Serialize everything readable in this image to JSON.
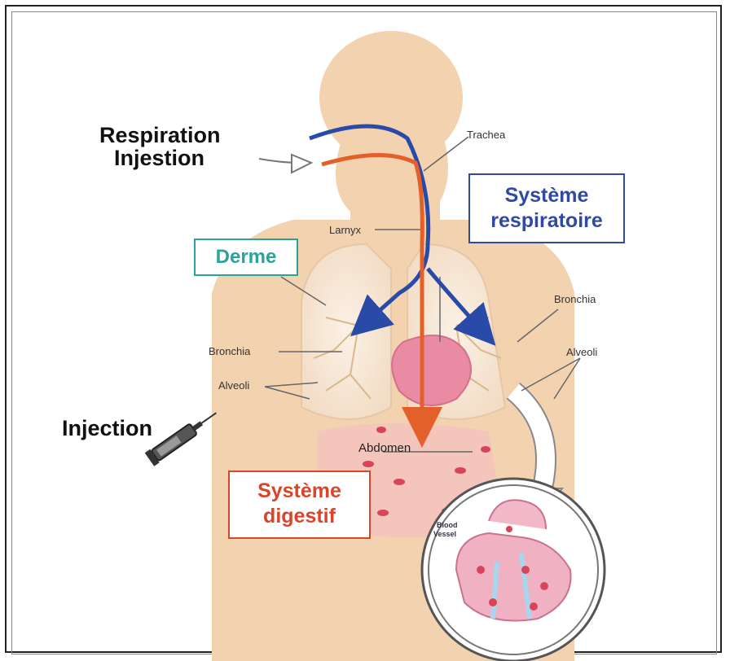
{
  "labels": {
    "respiration": "Respiration",
    "injestion": "Injestion",
    "injection": "Injection",
    "trachea": "Trachea",
    "larnyx": "Larnyx",
    "bronchia_left": "Bronchia",
    "bronchia_right": "Bronchia",
    "alveoli_left": "Alveoli",
    "alveoli_right": "Alveoli",
    "abdomen": "Abdomen",
    "blood_vessel_1": "Blood",
    "blood_vessel_2": "Vessel"
  },
  "boxes": {
    "derme": "Derme",
    "resp_line1": "Système",
    "resp_line2": "respiratoire",
    "dig_line1": "Système",
    "dig_line2": "digestif"
  },
  "colors": {
    "respiratory_path": "#2a4aa8",
    "digestive_path": "#e4602a",
    "derme_box": "#2aa3a0",
    "respiratoire_box": "#2f4aa0",
    "digestif_box": "#d9452a",
    "body_silhouette": "#f3d2b0"
  }
}
